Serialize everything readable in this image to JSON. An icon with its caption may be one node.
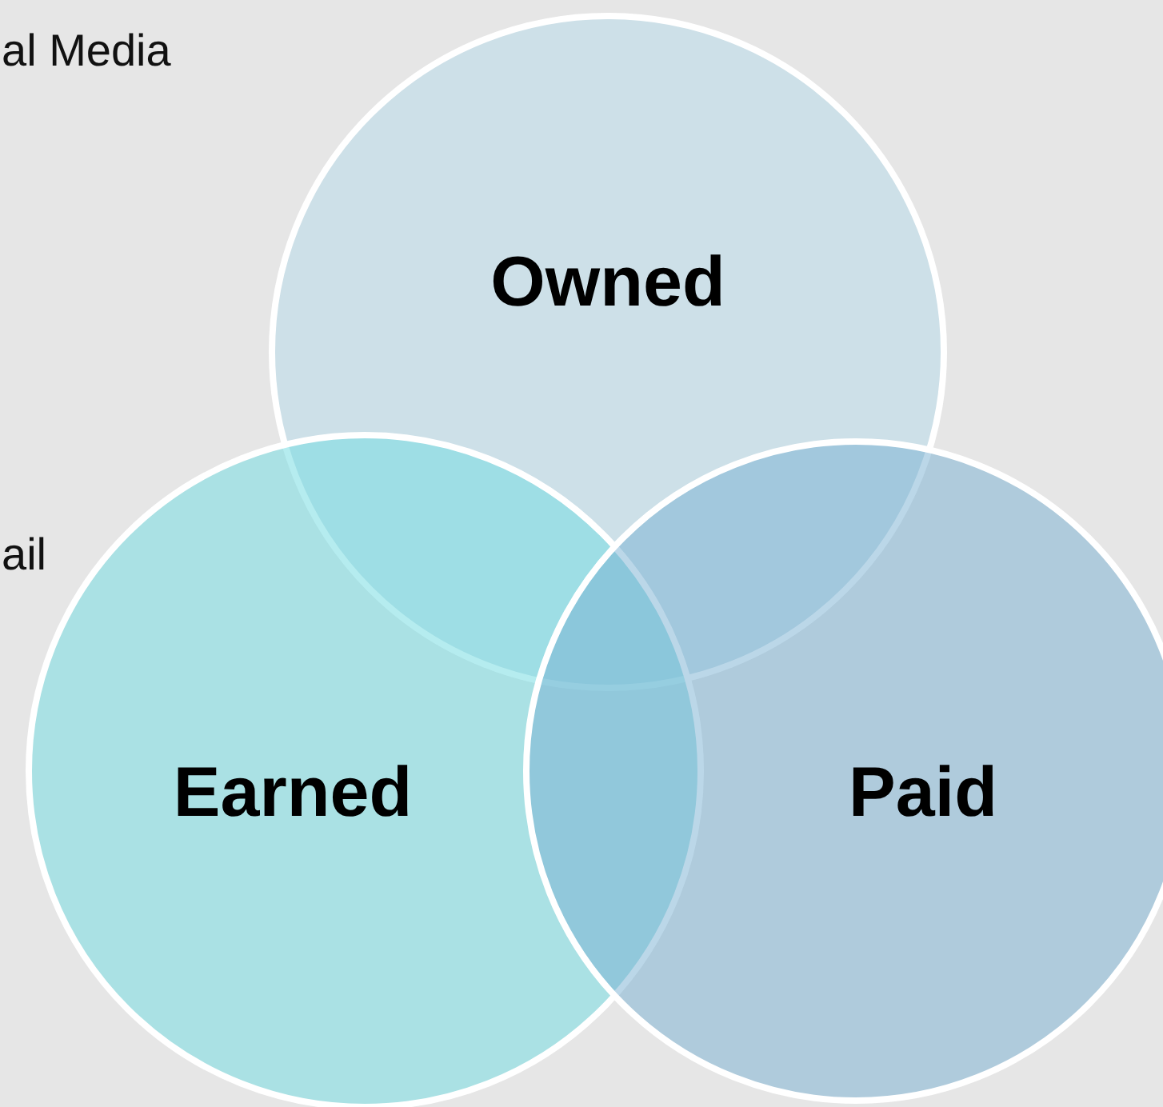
{
  "diagram": {
    "nodes": [
      {
        "text": [
          "Owned"
        ]
      },
      {
        "text": [
          "Earned"
        ]
      },
      {
        "text": [
          "Paid"
        ]
      }
    ],
    "labels": [
      "al Media",
      "ail"
    ]
  }
}
